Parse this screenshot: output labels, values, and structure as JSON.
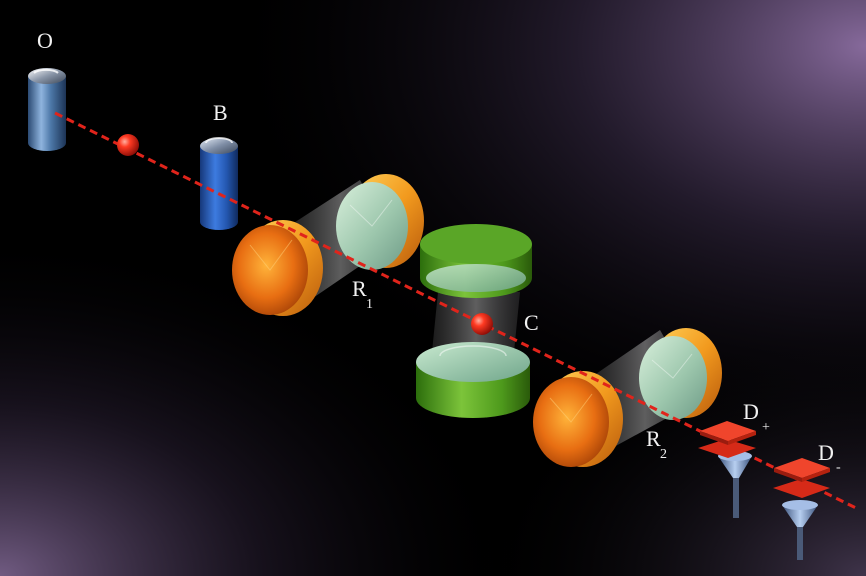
{
  "labels": {
    "oven": "O",
    "velocity_selector": "B",
    "cavity": "C",
    "zone1_main": "R",
    "zone1_sub": "1",
    "zone2_main": "R",
    "zone2_sub": "2",
    "detector_plus_main": "D",
    "detector_plus_sub": "+",
    "detector_minus_main": "D",
    "detector_minus_sub": "-"
  },
  "icons": {
    "oven": "cylinder-icon",
    "velocity_selector": "cylinder-icon",
    "atom": "sphere-icon",
    "ramsey_mirror": "cylinder-icon",
    "cavity_mirror": "cylinder-icon",
    "detector": "funnel-icon"
  },
  "colors": {
    "background": "#000000",
    "glow": "#8d6fa3",
    "beam": "#e0241b",
    "atom": "#e4231a",
    "oven": "#5b86b8",
    "selector": "#2a63c2",
    "ramsey_mirror": "#f0a428",
    "cavity_mirror": "#47a61c",
    "detector_plate": "#e0321f",
    "detector_funnel": "#7ba0d6"
  }
}
